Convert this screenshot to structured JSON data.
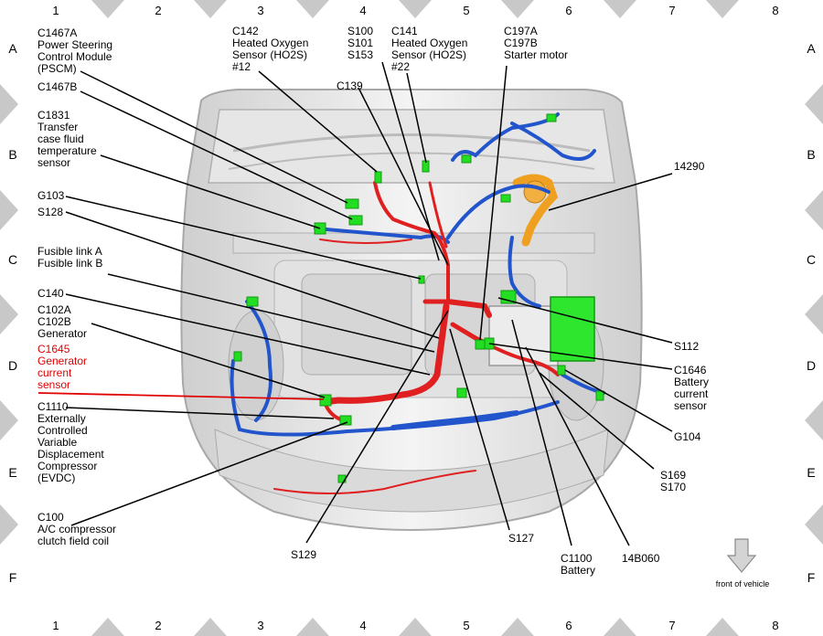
{
  "grid": {
    "columns": [
      "1",
      "2",
      "3",
      "4",
      "5",
      "6",
      "7",
      "8"
    ],
    "rows": [
      "A",
      "B",
      "C",
      "D",
      "E",
      "F"
    ]
  },
  "labels": {
    "c1467a": [
      "C1467A",
      "Power Steering",
      "Control Module",
      "(PSCM)"
    ],
    "c1467b": [
      "C1467B"
    ],
    "c1831": [
      "C1831",
      "Transfer",
      "case fluid",
      "temperature",
      "sensor"
    ],
    "g103": [
      "G103"
    ],
    "s128": [
      "S128"
    ],
    "fusible": [
      "Fusible link A",
      "Fusible link B"
    ],
    "c140": [
      "C140"
    ],
    "c102": [
      "C102A",
      "C102B",
      "Generator"
    ],
    "c1645": [
      "C1645",
      "Generator",
      "current",
      "sensor"
    ],
    "c1110": [
      "C1110",
      "Externally",
      "Controlled",
      "Variable",
      "Displacement",
      "Compressor",
      "(EVDC)"
    ],
    "c100": [
      "C100",
      "A/C compressor",
      "clutch field coil"
    ],
    "s129": [
      "S129"
    ],
    "c142": [
      "C142",
      "Heated Oxygen",
      "Sensor (HO2S)",
      "#12"
    ],
    "c139": [
      "C139"
    ],
    "s100": [
      "S100",
      "S101",
      "S153"
    ],
    "c141": [
      "C141",
      "Heated Oxygen",
      "Sensor (HO2S)",
      "#22"
    ],
    "c197": [
      "C197A",
      "C197B",
      "Starter motor"
    ],
    "l14290": [
      "14290"
    ],
    "s112": [
      "S112"
    ],
    "c1646": [
      "C1646",
      "Battery",
      "current",
      "sensor"
    ],
    "g104": [
      "G104"
    ],
    "s169": [
      "S169",
      "S170"
    ],
    "l14b060": [
      "14B060"
    ],
    "c1100": [
      "C1100",
      "Battery"
    ],
    "s127": [
      "S127"
    ]
  },
  "front_of_vehicle": "front of vehicle",
  "colors": {
    "harness_red": "#e02020",
    "harness_blue": "#2255cc",
    "connector_green": "#22dd22",
    "highlight_red": "#e00000",
    "orange_cable": "#f0a020"
  }
}
